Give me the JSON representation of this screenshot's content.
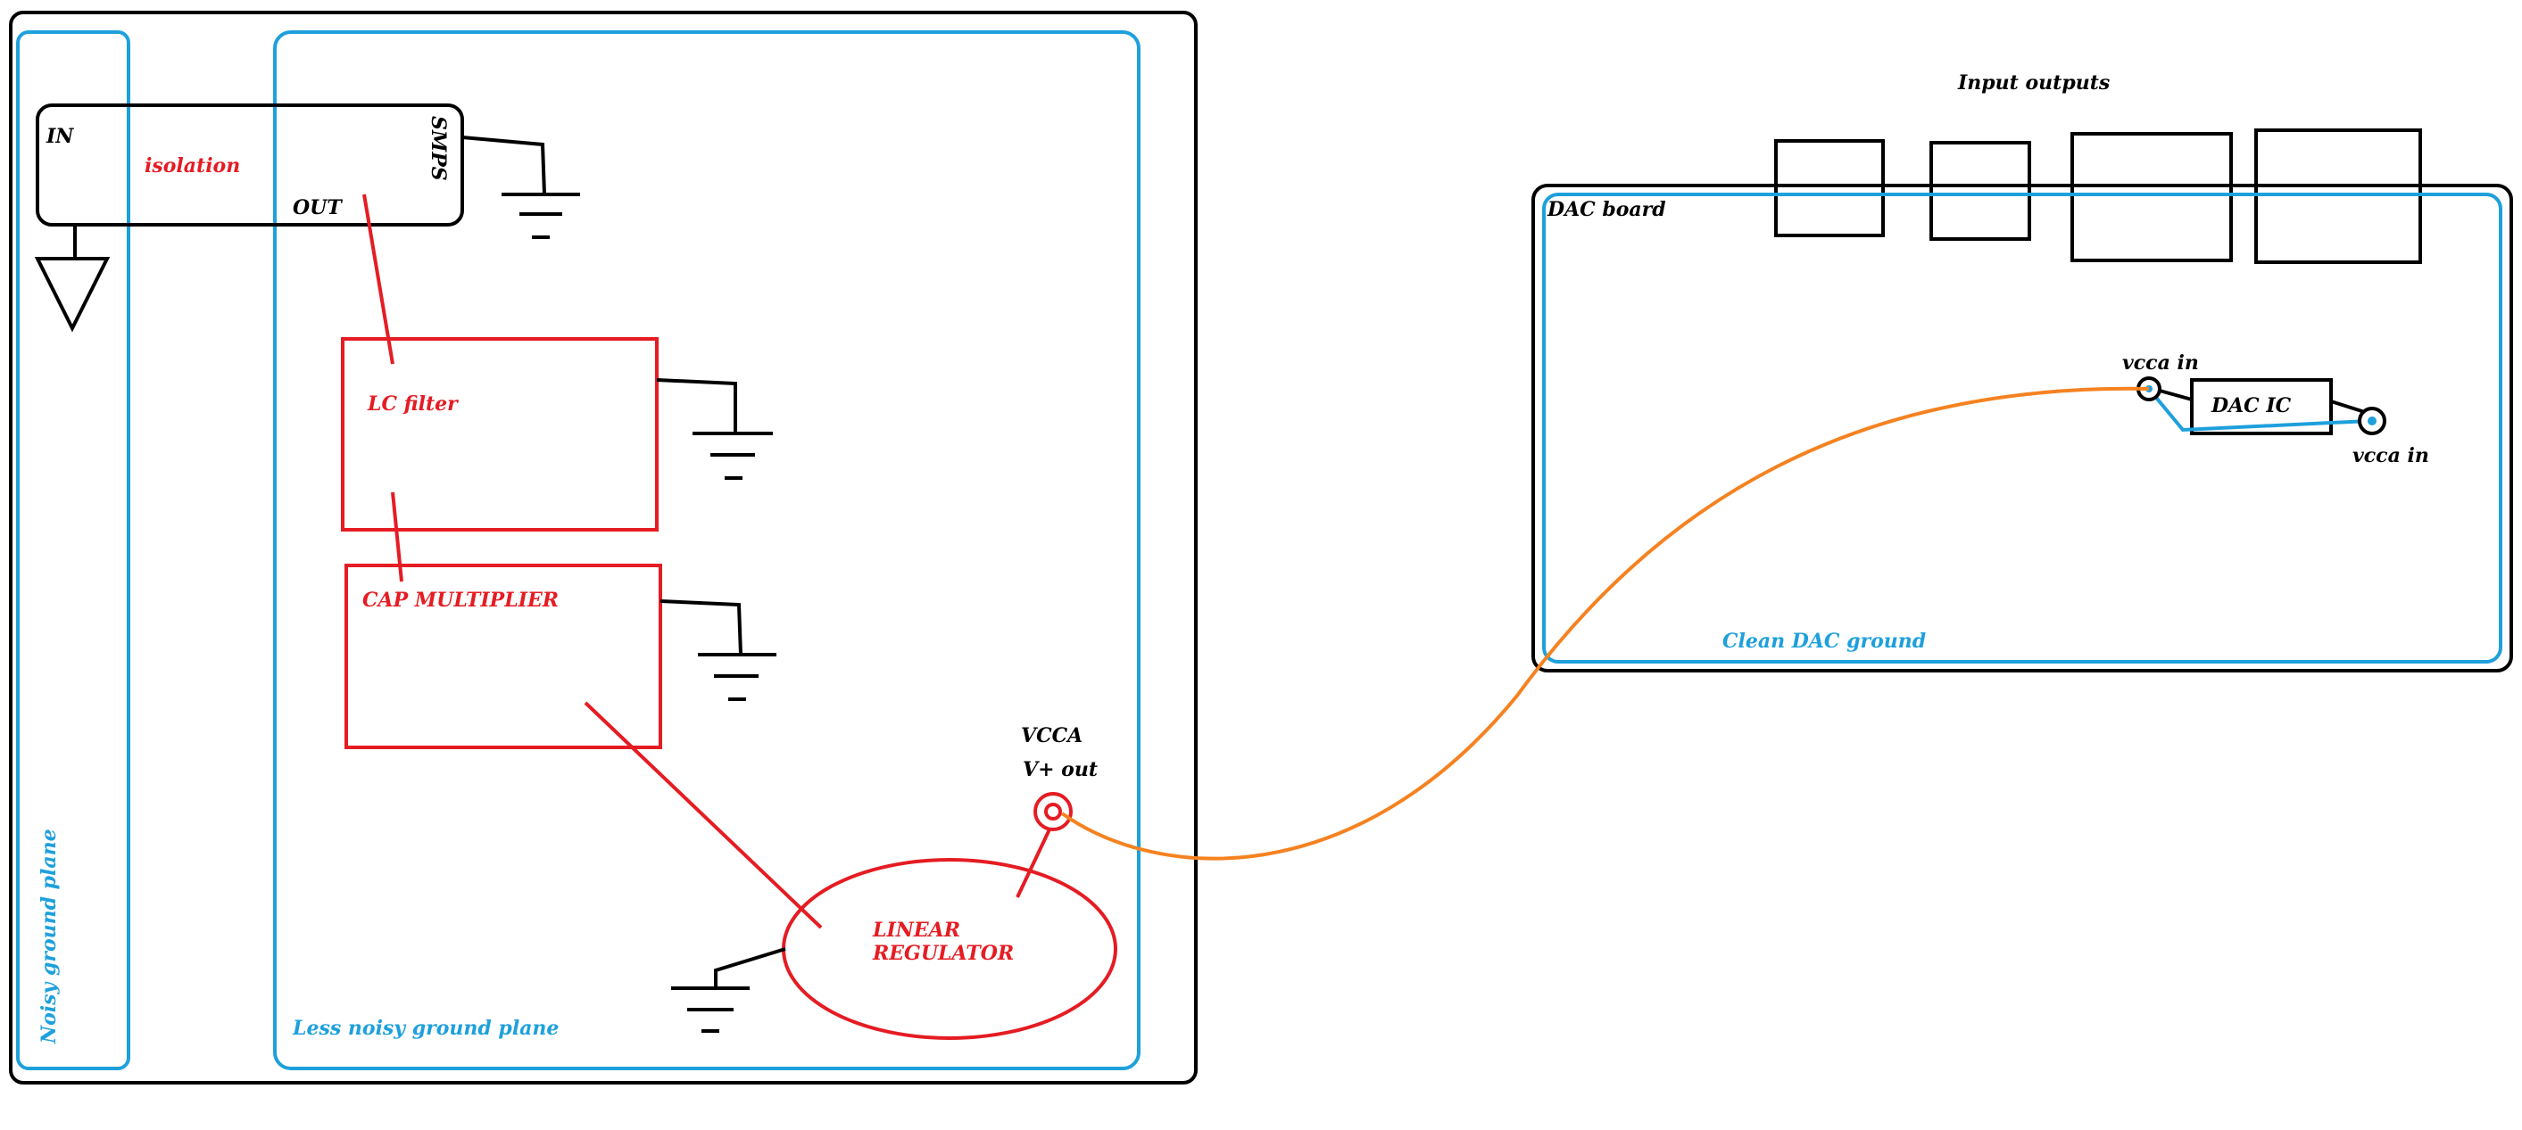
{
  "labels": {
    "in": "IN",
    "isolation": "isolation",
    "smps": "SMPS",
    "out": "OUT",
    "lc_filter": "LC filter",
    "cap_multiplier": "CAP MULTIPLIER",
    "linear_regulator_line1": "LINEAR",
    "linear_regulator_line2": "REGULATOR",
    "vcca": "VCCA",
    "v_out": "V+ out",
    "noisy_ground_plane": "Noisy ground plane",
    "less_noisy_ground_plane": "Less noisy ground plane",
    "dac_board": "DAC board",
    "input_outputs": "Input outputs",
    "vcca_in_left": "vcca in",
    "dac_ic": "DAC IC",
    "vcca_in_right": "vcca in",
    "clean_dac_ground": "Clean DAC ground"
  },
  "colors": {
    "outline": "#000000",
    "power_stage": "#e51c23",
    "ground_plane": "#1ea0dc",
    "supply_wire": "#f58220"
  }
}
